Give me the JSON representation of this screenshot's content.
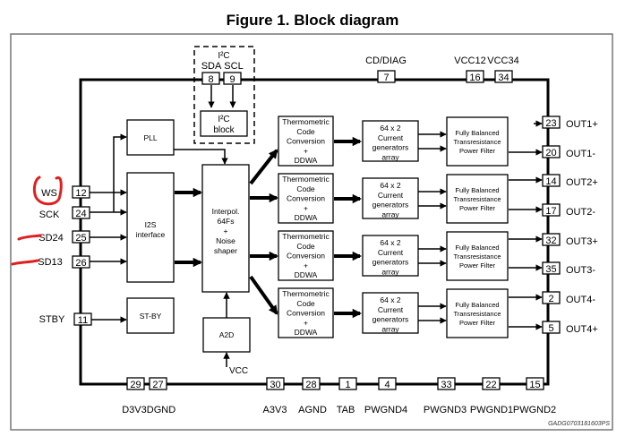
{
  "title": "Figure 1. Block diagram",
  "figure_code": "GADG0703181603PS",
  "annotation_color": "#e02020",
  "pins": {
    "left": [
      {
        "number": "12",
        "label": "WS"
      },
      {
        "number": "24",
        "label": "SCK"
      },
      {
        "number": "25",
        "label": "SD24"
      },
      {
        "number": "26",
        "label": "SD13"
      },
      {
        "number": "11",
        "label": "STBY"
      }
    ],
    "top": [
      {
        "number": "8",
        "label": "SDA"
      },
      {
        "number": "9",
        "label": "SCL"
      },
      {
        "number": "7",
        "label": "CD/DIAG"
      },
      {
        "number": "16",
        "label": "VCC12"
      },
      {
        "number": "34",
        "label": "VCC34"
      }
    ],
    "right": [
      {
        "number": "23",
        "label": "OUT1+"
      },
      {
        "number": "20",
        "label": "OUT1-"
      },
      {
        "number": "14",
        "label": "OUT2+"
      },
      {
        "number": "17",
        "label": "OUT2-"
      },
      {
        "number": "32",
        "label": "OUT3+"
      },
      {
        "number": "35",
        "label": "OUT3-"
      },
      {
        "number": "2",
        "label": "OUT4-"
      },
      {
        "number": "5",
        "label": "OUT4+"
      }
    ],
    "bottom": [
      {
        "number": "29",
        "label": "D3V3"
      },
      {
        "number": "27",
        "label": "DGND"
      },
      {
        "number": "30",
        "label": "A3V3"
      },
      {
        "number": "28",
        "label": "AGND"
      },
      {
        "number": "1",
        "label": "TAB"
      },
      {
        "number": "4",
        "label": "PWGND4"
      },
      {
        "number": "33",
        "label": "PWGND3"
      },
      {
        "number": "22",
        "label": "PWGND1"
      },
      {
        "number": "15",
        "label": "PWGND2"
      }
    ]
  },
  "blocks": {
    "i2c_group_title": "I²C",
    "i2c_block": [
      "I²C",
      "block"
    ],
    "pll": "PLL",
    "i2s": [
      "I2S",
      "interface"
    ],
    "interpolator": [
      "Interpol.",
      "64Fs",
      "+",
      "Noise",
      "shaper"
    ],
    "standby": "ST-BY",
    "a2d": "A2D",
    "vcc": "VCC",
    "thermometric": [
      "Thermometric",
      "Code",
      "Conversion",
      "+",
      "DDWA"
    ],
    "current_generators": [
      "64 x 2",
      "Current",
      "generators",
      "array"
    ],
    "filter": [
      "Fully Balanced",
      "Transresistance",
      "Power Filter"
    ]
  }
}
